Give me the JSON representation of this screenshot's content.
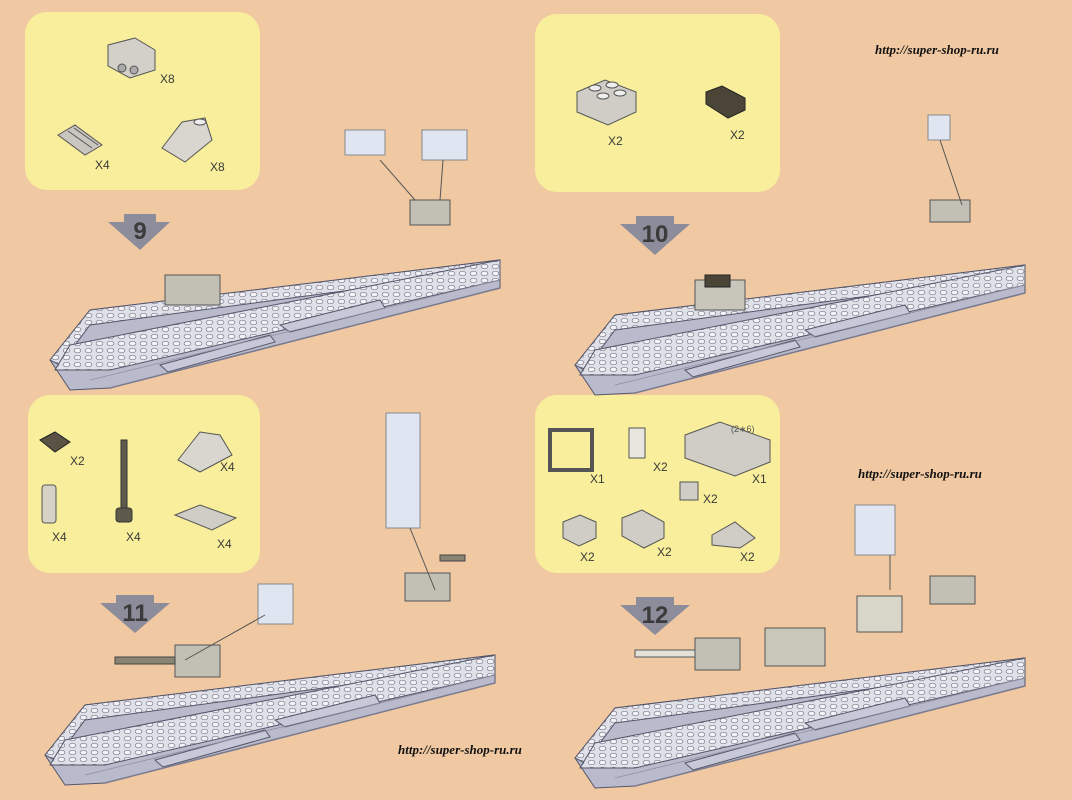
{
  "urls": [
    "http://super-shop-ru.ru",
    "http://super-shop-ru.ru",
    "http://super-shop-ru.ru"
  ],
  "steps": [
    {
      "number": "9",
      "parts": [
        {
          "name": "bracket-2x2",
          "qty": "X8"
        },
        {
          "name": "plate-1x2-grooved",
          "qty": "X4"
        },
        {
          "name": "slope-1x2",
          "qty": "X8"
        }
      ]
    },
    {
      "number": "10",
      "parts": [
        {
          "name": "brick-2x2",
          "qty": "X2"
        },
        {
          "name": "hinge-clip",
          "qty": "X2"
        }
      ]
    },
    {
      "number": "11",
      "parts": [
        {
          "name": "clip-plate",
          "qty": "X2"
        },
        {
          "name": "antenna",
          "qty": "X4"
        },
        {
          "name": "slope-small",
          "qty": "X4"
        },
        {
          "name": "cylinder",
          "qty": "X4"
        },
        {
          "name": "plate-2x2-corner",
          "qty": "X4"
        }
      ]
    },
    {
      "number": "12",
      "parts": [
        {
          "name": "window-frame",
          "qty": "X1"
        },
        {
          "name": "door",
          "qty": "X2"
        },
        {
          "name": "brick-2x6",
          "qty": "X1",
          "note": "(2∗6)"
        },
        {
          "name": "brick-1x1",
          "qty": "X2"
        },
        {
          "name": "brick-1x2",
          "qty": "X2"
        },
        {
          "name": "brick-2x2-b",
          "qty": "X2"
        },
        {
          "name": "slope-curved",
          "qty": "X2"
        }
      ]
    }
  ],
  "colors": {
    "page": "#f0c9a3",
    "panel": "#f8ee9b",
    "hull": "#cfd0dc",
    "arrow": "#8c8c9a",
    "part": "#d2d0c8"
  }
}
